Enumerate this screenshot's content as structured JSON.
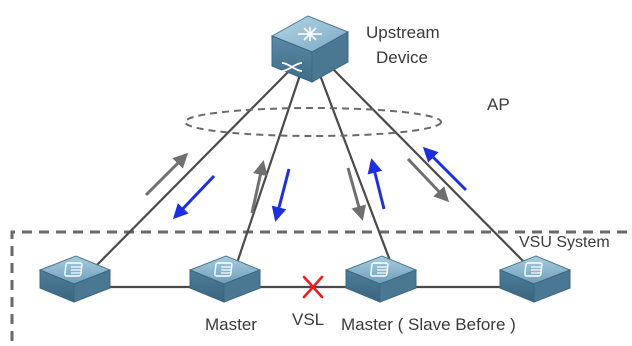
{
  "labels": {
    "upstream_line1": "Upstream",
    "upstream_line2": "Device",
    "ap": "AP",
    "vsu_system": "VSU System",
    "master": "Master",
    "vsl": "VSL",
    "master_slave_before": "Master ( Slave Before )"
  },
  "colors": {
    "link_line": "#4a4a4a",
    "flow_arrow_gray": "#6f6f6f",
    "flow_arrow_blue": "#1d2fe0",
    "failure_mark": "#ee1c1c",
    "device_body": "#5f8ea8",
    "dashed_border": "#6a6a6a"
  },
  "icons": {
    "upstream_device": "core-switch-icon",
    "member_switch": "access-switch-icon",
    "vsl_failure": "red-x-icon"
  }
}
